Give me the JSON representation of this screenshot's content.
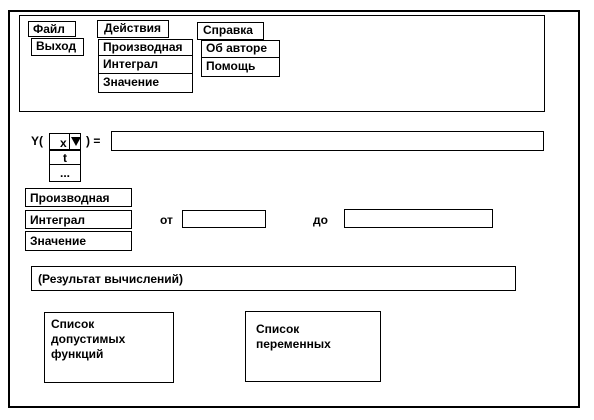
{
  "menu": {
    "file": {
      "label": "Файл",
      "items": [
        "Выход"
      ]
    },
    "actions": {
      "label": "Действия",
      "items": [
        "Производная",
        "Интеграл",
        "Значение"
      ]
    },
    "help": {
      "label": "Справка",
      "items": [
        "Об авторе",
        "Помощь"
      ]
    }
  },
  "expression": {
    "prefix": "Y(",
    "suffix": ") =",
    "variable_selected": "x",
    "variable_options": [
      "t",
      "..."
    ]
  },
  "operations": {
    "derivative": "Производная",
    "integral": "Интеграл",
    "value": "Значение"
  },
  "bounds": {
    "from_label": "от",
    "to_label": "до"
  },
  "result": {
    "text": "(Результат вычислений)"
  },
  "lists": {
    "functions": "Список допустимых функций",
    "variables": "Список переменных"
  }
}
